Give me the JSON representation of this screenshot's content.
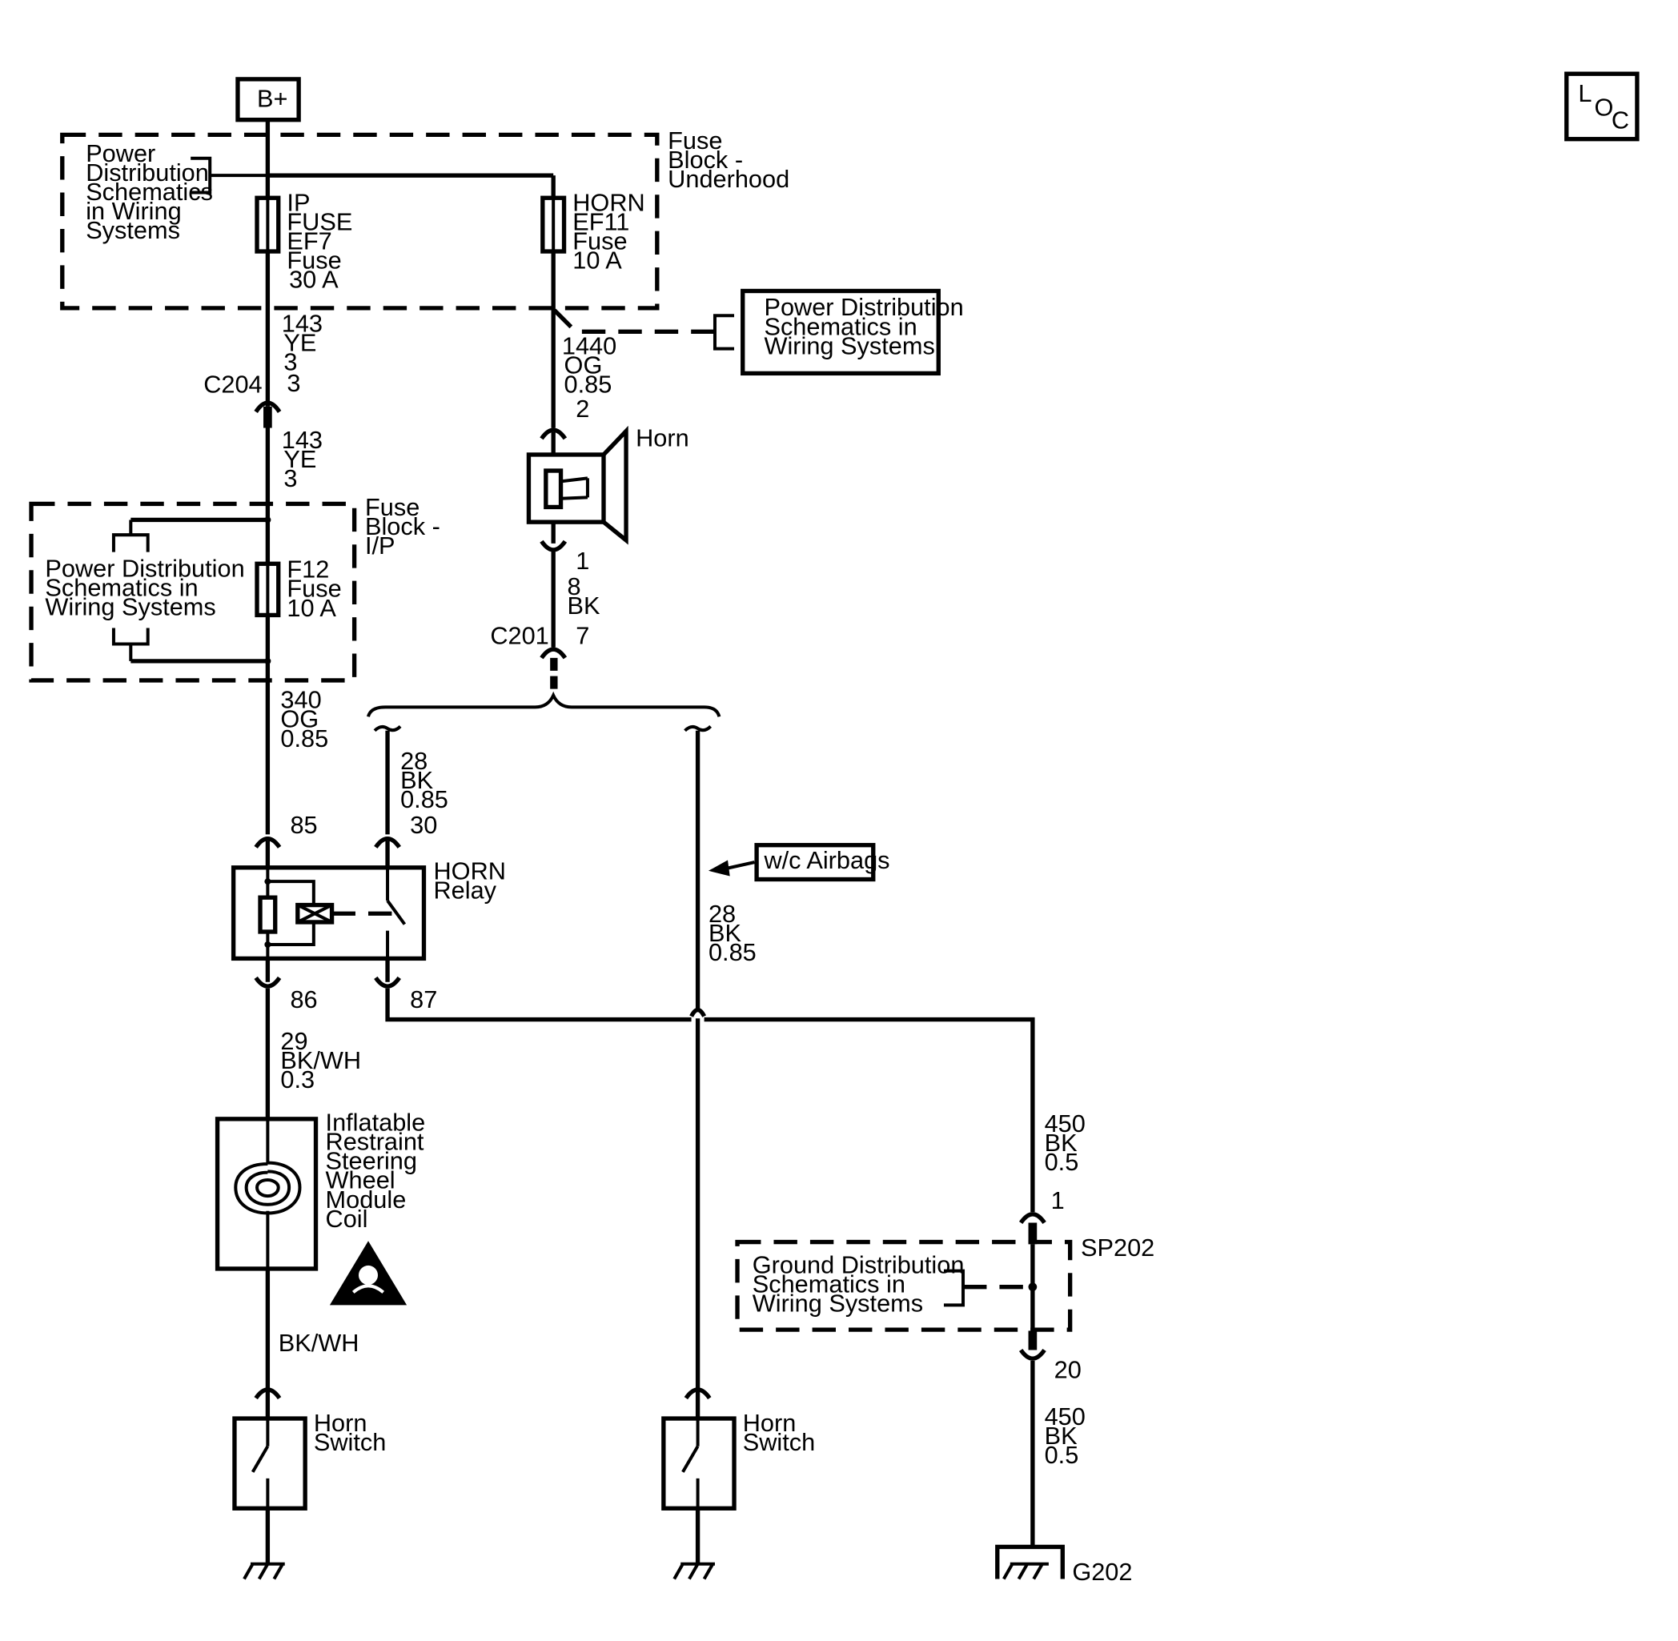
{
  "b_plus": "B+",
  "loc": {
    "l": "L",
    "o": "O",
    "c": "C"
  },
  "fuse_block_underhood": {
    "title": [
      "Fuse",
      "Block -",
      "Underhood"
    ]
  },
  "pd_top_left": [
    "Power",
    "Distribution",
    "Schematics",
    "in Wiring",
    "Systems"
  ],
  "ip_fuse": [
    "IP",
    "FUSE",
    "EF7",
    "Fuse",
    "30 A"
  ],
  "horn_fuse": [
    "HORN",
    "EF11",
    "Fuse",
    "10 A"
  ],
  "pd_right_box": [
    "Power Distribution",
    "Schematics in",
    "Wiring Systems"
  ],
  "wire_143_upper": [
    "143",
    "YE",
    "3",
    "3"
  ],
  "c204": "C204",
  "wire_143_lower": [
    "143",
    "YE",
    "3"
  ],
  "wire_1440": [
    "1440",
    "OG",
    "0.85",
    "2"
  ],
  "horn": {
    "label": "Horn",
    "pin_top": "2",
    "pin_bottom": "1"
  },
  "wire_8": [
    "8",
    "BK"
  ],
  "c201": {
    "label": "C201",
    "pin": "7"
  },
  "fuse_block_ip": {
    "title": [
      "Fuse",
      "Block -",
      "I/P"
    ]
  },
  "pd_ip": [
    "Power Distribution",
    "Schematics in",
    "Wiring Systems"
  ],
  "f12": [
    "F12",
    "Fuse",
    "10 A"
  ],
  "wire_340": [
    "340",
    "OG",
    "0.85"
  ],
  "wire_28_left": [
    "28",
    "BK",
    "0.85"
  ],
  "relay": {
    "label": [
      "HORN",
      "Relay"
    ],
    "pin85": "85",
    "pin30": "30",
    "pin86": "86",
    "pin87": "87"
  },
  "airbag_note": "w/c Airbags",
  "wire_28_right": [
    "28",
    "BK",
    "0.85"
  ],
  "wire_29": [
    "29",
    "BK/WH",
    "0.3"
  ],
  "coil": [
    "Inflatable",
    "Restraint",
    "Steering",
    "Wheel",
    "Module",
    "Coil"
  ],
  "bkwh": "BK/WH",
  "wire_450_top": [
    "450",
    "BK",
    "0.5"
  ],
  "sp202": {
    "label": "SP202",
    "pin_top": "1",
    "pin_bottom": "20"
  },
  "gd_box": [
    "Ground Distribution",
    "Schematics in",
    "Wiring Systems"
  ],
  "wire_450_bottom": [
    "450",
    "BK",
    "0.5"
  ],
  "horn_switch_left": [
    "Horn",
    "Switch"
  ],
  "horn_switch_right": [
    "Horn",
    "Switch"
  ],
  "g202": "G202",
  "colors": {
    "ink": "#000000",
    "background": "#ffffff"
  }
}
